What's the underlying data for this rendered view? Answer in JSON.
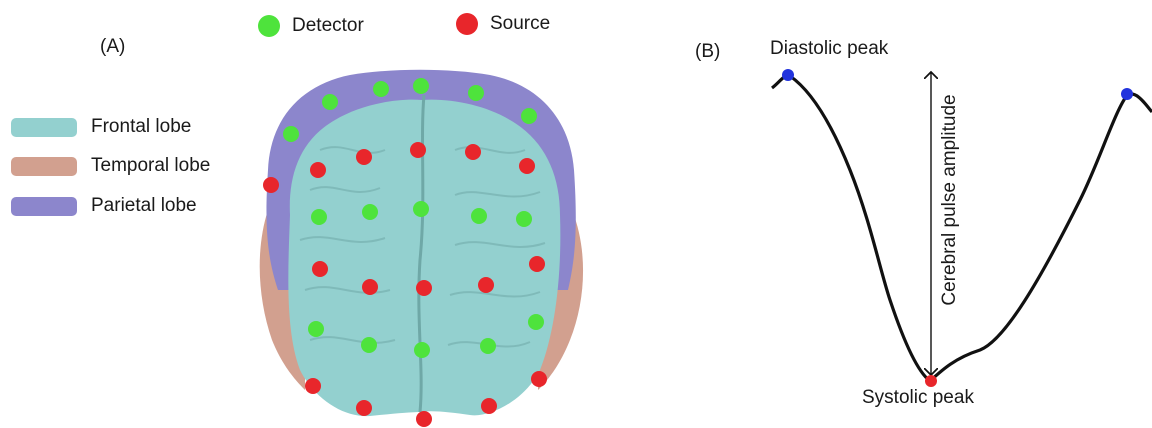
{
  "panel_a": {
    "label": "(A)",
    "point_legend": [
      {
        "label": "Detector",
        "color": "#4ee33c"
      },
      {
        "label": "Source",
        "color": "#e8262b"
      }
    ],
    "lobe_legend": [
      {
        "label": "Frontal lobe",
        "color": "#93d0cf"
      },
      {
        "label": "Temporal lobe",
        "color": "#d2a08f"
      },
      {
        "label": "Parietal lobe",
        "color": "#8c86cc"
      }
    ]
  },
  "panel_b": {
    "label": "(B)",
    "diastolic_label": "Diastolic peak",
    "systolic_label": "Systolic peak",
    "amplitude_label": "Cerebral pulse amplitude",
    "colors": {
      "diastolic": "#2233dd",
      "systolic": "#e8262b",
      "curve": "#111111"
    }
  }
}
